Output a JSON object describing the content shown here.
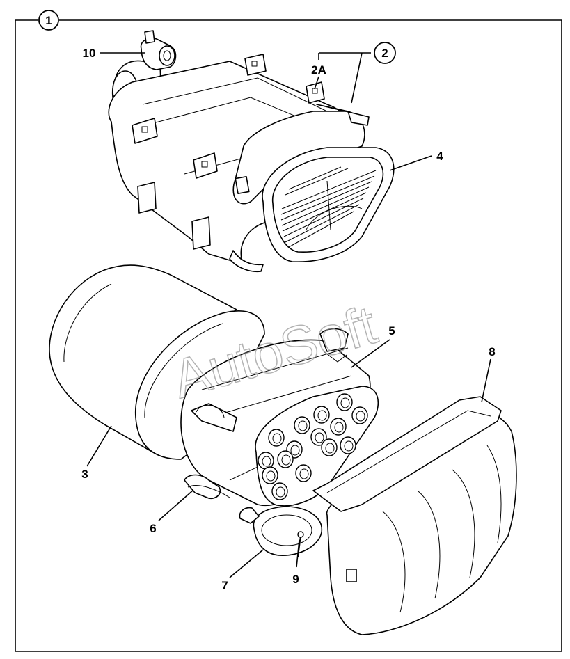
{
  "figure_number": "1",
  "callouts": {
    "c2": "2",
    "c2a": "2A",
    "c3": "3",
    "c4": "4",
    "c5": "5",
    "c6": "6",
    "c7": "7",
    "c8": "8",
    "c9": "9",
    "c10": "10"
  },
  "watermark": "AutoSoft",
  "colors": {
    "line": "#000000",
    "background": "#ffffff",
    "watermark": "#9a9a9a"
  }
}
